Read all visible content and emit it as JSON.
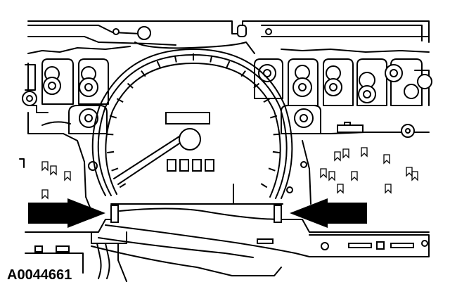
{
  "figure": {
    "id_label": "A0044661",
    "subject": "instrument-cluster-speedometer-gauge"
  },
  "callouts": [
    {
      "name": "left-arrow",
      "direction": "right",
      "color": "#000000"
    },
    {
      "name": "right-arrow",
      "direction": "left",
      "color": "#000000"
    }
  ],
  "colors": {
    "line": "#000000",
    "background": "#ffffff"
  }
}
